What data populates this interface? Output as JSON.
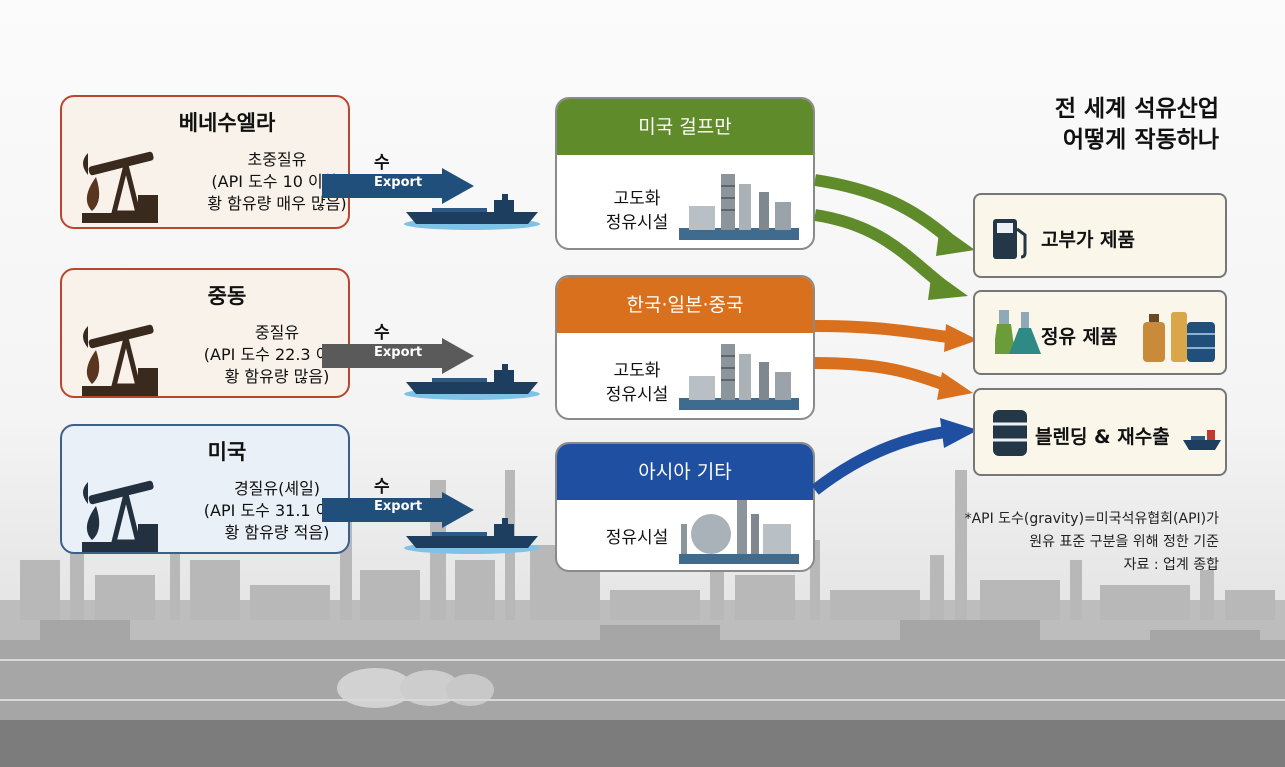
{
  "title": {
    "line1": "전 세계 석유산업",
    "line2": "어떻게 작동하나"
  },
  "sources": [
    {
      "name": "베네수엘라",
      "crude": "초중질유",
      "spec1": "(API 도수 10 이하,",
      "spec2": "황 함유량 매우 많음)"
    },
    {
      "name": "중동",
      "crude": "중질유",
      "spec1": "(API 도수 22.3 이하,",
      "spec2": "황 함유량 많음)"
    },
    {
      "name": "미국",
      "crude": "경질유(셰일)",
      "spec1": "(API 도수 31.1 이상,",
      "spec2": "황 함유량 적음)"
    }
  ],
  "export": {
    "label": "수출",
    "english": "Export"
  },
  "destinations": [
    {
      "name": "미국 걸프만",
      "facility1": "고도화",
      "facility2": "정유시설",
      "color": "#5f8b2b"
    },
    {
      "name": "한국·일본·중국",
      "facility1": "고도화",
      "facility2": "정유시설",
      "color": "#d9701d"
    },
    {
      "name": "아시아 기타",
      "facility1": "정유시설",
      "facility2": "",
      "color": "#1f4fa0"
    }
  ],
  "products": [
    {
      "label": "고부가 제품",
      "icon": "fuel-pump-icon"
    },
    {
      "label": "정유 제품",
      "icon": "chemical-flasks-icon"
    },
    {
      "label": "블렌딩 & 재수출",
      "icon": "oil-barrel-icon"
    }
  ],
  "note": {
    "line1": "*API 도수(gravity)=미국석유협회(API)가",
    "line2": "원유 표준 구분을 위해 정한 기준",
    "source": "자료 : 업계 종합"
  },
  "colors": {
    "green": "#5f8b2b",
    "orange": "#d9701d",
    "blue": "#1f4fa0",
    "source_border": "#b9472e",
    "us_border": "#3b5f8e"
  }
}
